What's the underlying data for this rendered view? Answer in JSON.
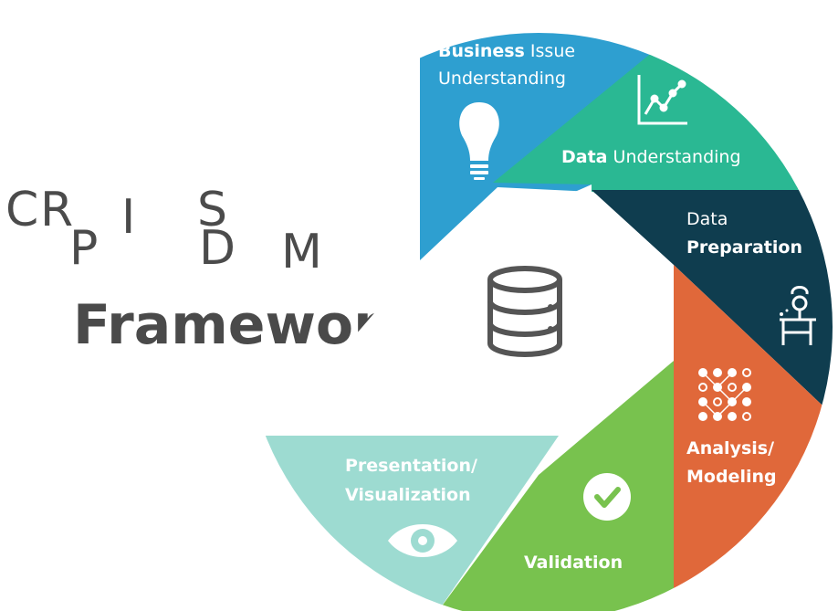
{
  "title": {
    "letters": [
      "C",
      "R",
      "P",
      "I",
      "S",
      "D",
      "M"
    ],
    "subtitle": "Framework"
  },
  "center_icon": "database-icon",
  "segments": [
    {
      "id": "business",
      "line1_bold": "Business",
      "line1_rest": " Issue",
      "line2": "Understanding",
      "icon": "lightbulb-icon",
      "color": "#2e9fd0"
    },
    {
      "id": "data-understanding",
      "line1_bold": "Data",
      "line1_rest": " Understanding",
      "icon": "line-chart-icon",
      "color": "#2ab893"
    },
    {
      "id": "data-preparation",
      "line1": "Data",
      "line2_bold": "Preparation",
      "icon": "chef-icon",
      "color": "#0f3d4f"
    },
    {
      "id": "analysis",
      "line1_bold": "Analysis/",
      "line2_bold": "Modeling",
      "icon": "network-icon",
      "color": "#e0683a"
    },
    {
      "id": "validation",
      "line1_bold": "Validation",
      "icon": "checkmark-icon",
      "color": "#78c24e"
    },
    {
      "id": "presentation",
      "line1_bold": "Presentation/",
      "line2_bold": "Visualization",
      "icon": "eye-icon",
      "color": "#9ddbd1"
    }
  ]
}
